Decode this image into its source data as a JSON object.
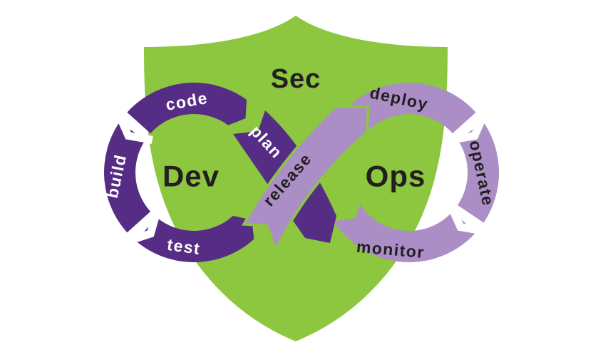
{
  "diagram": {
    "name": "DevSecOps infinity loop on security shield",
    "sec_label": "Sec",
    "dev_label": "Dev",
    "ops_label": "Ops",
    "stages": {
      "plan": "plan",
      "code": "code",
      "build": "build",
      "test": "test",
      "release": "release",
      "deploy": "deploy",
      "operate": "operate",
      "monitor": "monitor"
    },
    "colors": {
      "shield_green": "#8dc63f",
      "dev_loop_purple": "#562d85",
      "ops_loop_purple": "#ab8ec6",
      "label_dark": "#231f20",
      "loop_text_light": "#ffffff",
      "background": "#ffffff"
    }
  }
}
